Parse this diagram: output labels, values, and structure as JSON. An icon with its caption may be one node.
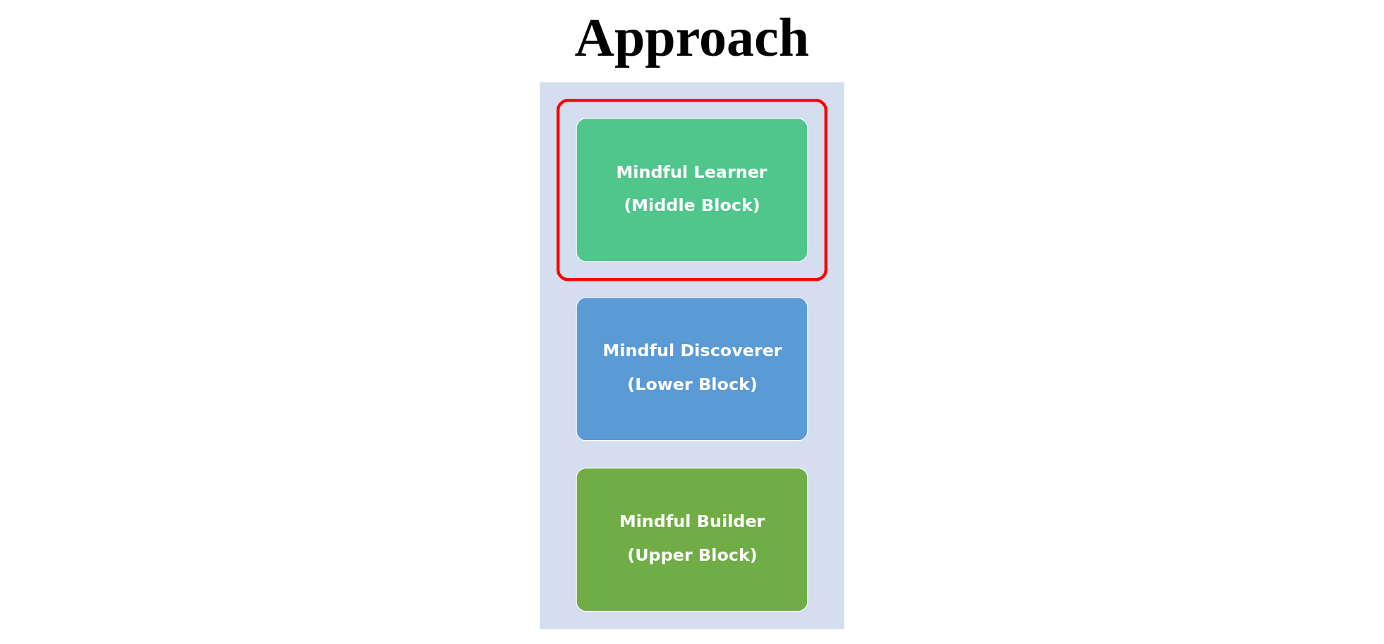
{
  "diagram": {
    "title": "Approach",
    "nodes": [
      {
        "text": [],
        "shape": "arrow"
      },
      {
        "text": [
          "Mindful Discoverer",
          "(Lower Block)"
        ],
        "in": 0
      },
      {
        "text": [],
        "shape": "box",
        "in": 0
      },
      {
        "text": [
          "Mindful Learner",
          "(Middle Block)"
        ],
        "in": 2
      },
      {
        "text": [
          "Mindful Builder",
          "(Upper Block)"
        ],
        "in": 0
      }
    ],
    "edges": []
  }
}
